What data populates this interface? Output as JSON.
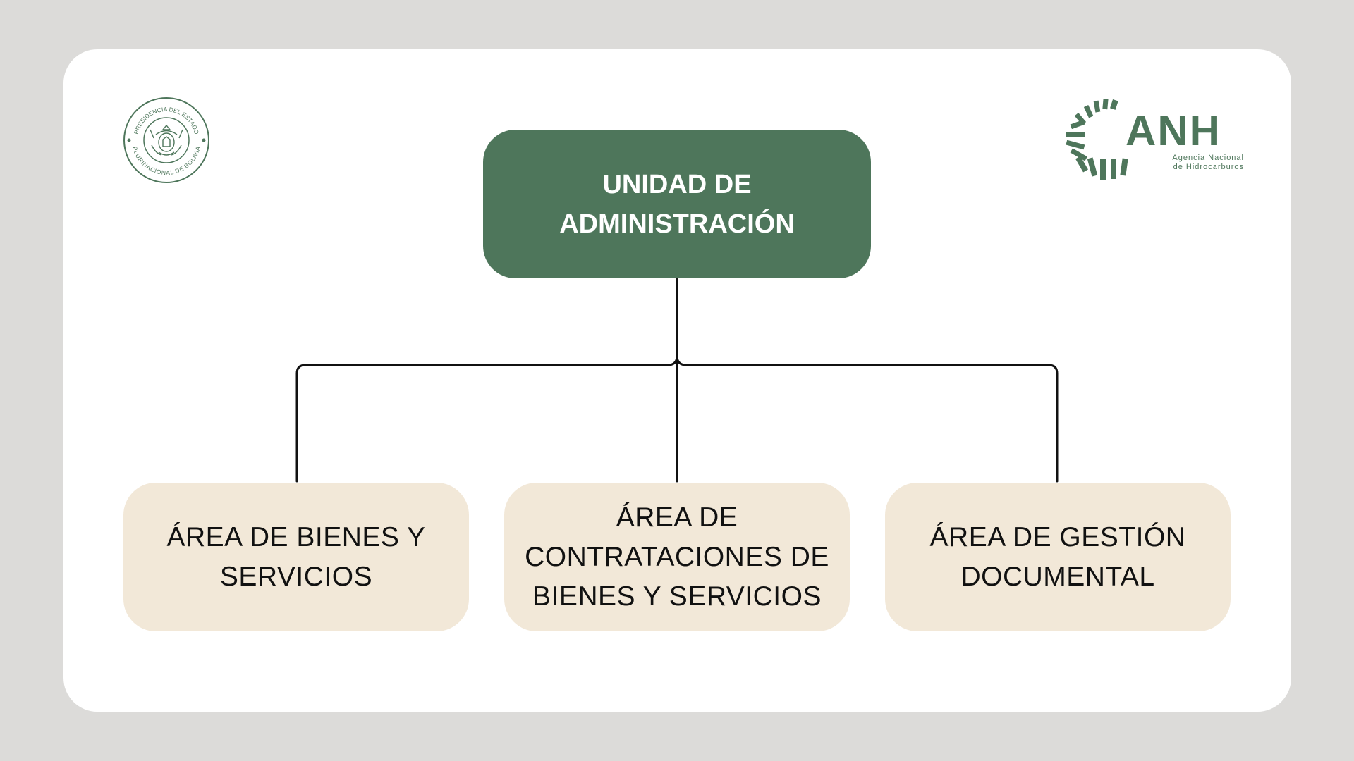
{
  "root": {
    "label": "UNIDAD DE ADMINISTRACIÓN",
    "fill_color": "#4e765b",
    "text_color": "#ffffff"
  },
  "children": [
    {
      "label": "ÁREA DE BIENES Y SERVICIOS"
    },
    {
      "label": "ÁREA DE CONTRATACIONES DE BIENES Y SERVICIOS"
    },
    {
      "label": "ÁREA DE GESTIÓN DOCUMENTAL"
    }
  ],
  "child_fill_color": "#f2e8d8",
  "logos": {
    "left": {
      "name": "seal-icon",
      "text_top": "PRESIDENCIA DEL ESTADO",
      "text_bottom": "PLURINACIONAL DE BOLIVIA"
    },
    "right": {
      "name": "anh-logo",
      "wordmark": "ANH",
      "tagline_1": "Agencia Nacional",
      "tagline_2": "de Hidrocarburos",
      "color": "#4e765b"
    }
  }
}
